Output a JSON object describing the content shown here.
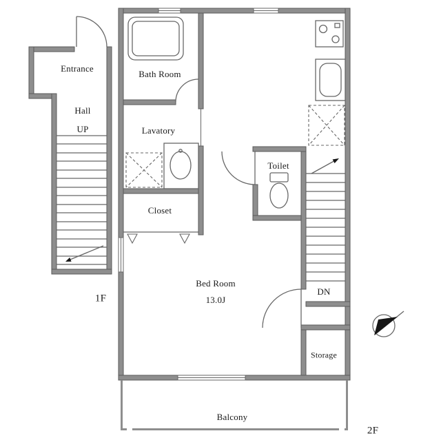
{
  "floorplan": {
    "floor_labels": {
      "first": "1F",
      "second": "2F"
    },
    "rooms": {
      "entrance": "Entrance",
      "hall": "Hall",
      "up": "UP",
      "bath_room": "Bath Room",
      "lavatory": "Lavatory",
      "closet": "Closet",
      "toilet": "Toilet",
      "bed_room": "Bed Room",
      "bed_room_size": "13.0J",
      "down": "DN",
      "storage": "Storage",
      "balcony": "Balcony"
    },
    "colors": {
      "wall": "#8e8e8e",
      "wall_edge": "#5a5a5a",
      "line": "#666666",
      "text": "#1a1a1a"
    }
  }
}
